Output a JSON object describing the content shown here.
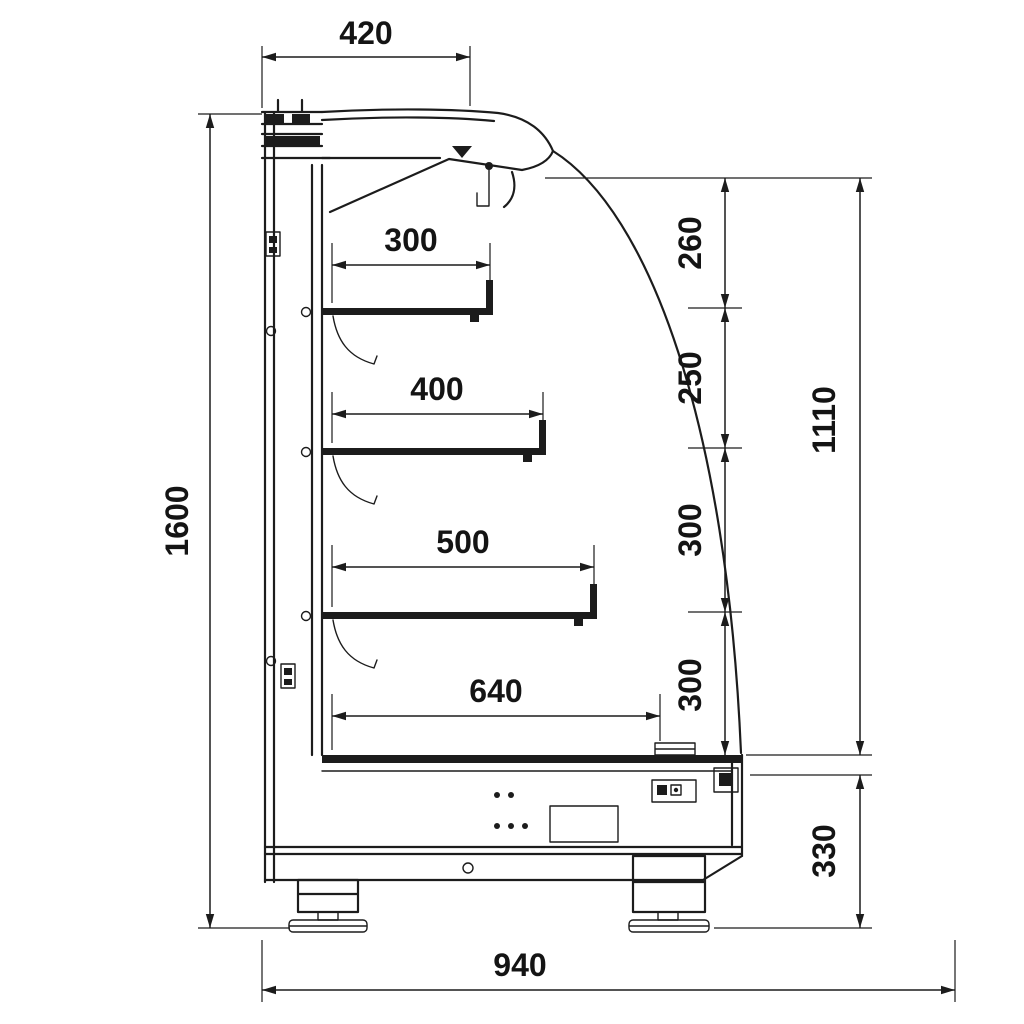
{
  "dimensions": {
    "canopy_depth": "420",
    "overall_height": "1600",
    "overall_depth": "940",
    "shelf_1_depth": "300",
    "shelf_2_depth": "400",
    "shelf_3_depth": "500",
    "base_well_depth": "640",
    "spacing_canopy_to_shelf_1": "260",
    "spacing_shelf_1_to_shelf_2": "250",
    "spacing_shelf_2_to_shelf_3": "300",
    "spacing_shelf_3_to_well": "300",
    "opening_height": "1110",
    "base_height": "330"
  },
  "colors": {
    "line": "#1c1c1c",
    "background": "#ffffff"
  }
}
